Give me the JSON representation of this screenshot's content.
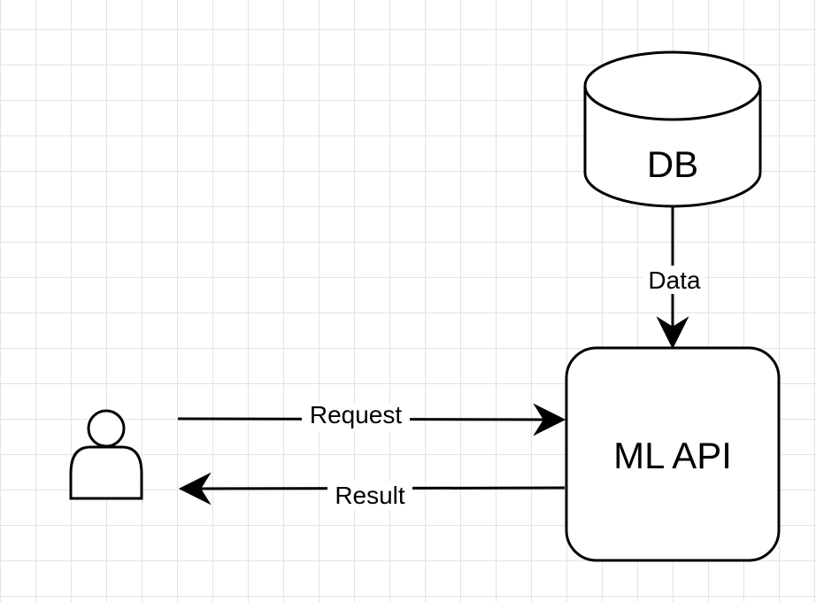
{
  "nodes": {
    "db": {
      "label": "DB"
    },
    "ml_api": {
      "label": "ML API"
    },
    "user": {
      "icon": "person-icon"
    }
  },
  "edges": {
    "data": {
      "label": "Data"
    },
    "request": {
      "label": "Request"
    },
    "result": {
      "label": "Result"
    }
  },
  "colors": {
    "stroke": "#000000",
    "fill": "#ffffff",
    "grid": "#e3e3e3"
  }
}
